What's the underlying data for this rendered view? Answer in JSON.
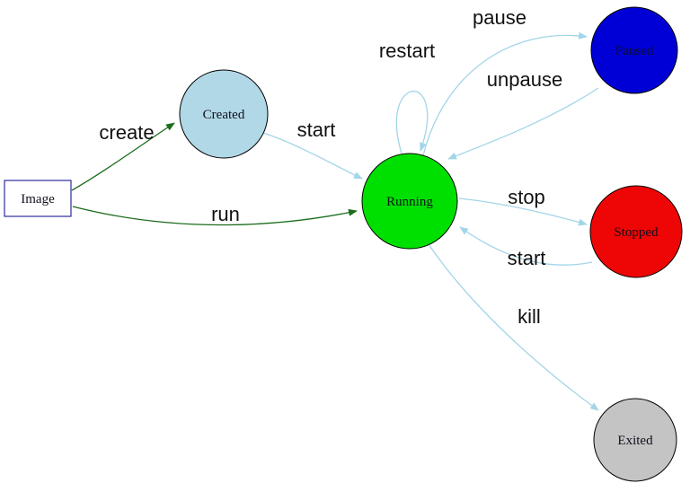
{
  "diagram": {
    "kind": "state-diagram",
    "colors": {
      "green_arrow": "#1a6b1a",
      "blue_arrow": "#a3d5e8",
      "node_border": "#000000",
      "image_border": "#00008b"
    },
    "nodes": {
      "image": {
        "label": "Image",
        "shape": "rect",
        "color": "#ffffff"
      },
      "created": {
        "label": "Created",
        "shape": "circle",
        "color": "#b1d8e6"
      },
      "running": {
        "label": "Running",
        "shape": "circle",
        "color": "#00e000"
      },
      "paused": {
        "label": "Paused",
        "shape": "circle",
        "color": "#0000d6"
      },
      "stopped": {
        "label": "Stopped",
        "shape": "circle",
        "color": "#ee0505"
      },
      "exited": {
        "label": "Exited",
        "shape": "circle",
        "color": "#c4c4c4"
      }
    },
    "edges": {
      "create": {
        "label": "create",
        "from": "image",
        "to": "created",
        "color": "#1a6b1a"
      },
      "run": {
        "label": "run",
        "from": "image",
        "to": "running",
        "color": "#1a6b1a"
      },
      "start_created": {
        "label": "start",
        "from": "created",
        "to": "running",
        "color": "#a3d5e8"
      },
      "restart": {
        "label": "restart",
        "from": "running",
        "to": "running",
        "color": "#a3d5e8"
      },
      "pause": {
        "label": "pause",
        "from": "running",
        "to": "paused",
        "color": "#a3d5e8"
      },
      "unpause": {
        "label": "unpause",
        "from": "paused",
        "to": "running",
        "color": "#a3d5e8"
      },
      "stop": {
        "label": "stop",
        "from": "running",
        "to": "stopped",
        "color": "#a3d5e8"
      },
      "start_stopped": {
        "label": "start",
        "from": "stopped",
        "to": "running",
        "color": "#a3d5e8"
      },
      "kill": {
        "label": "kill",
        "from": "running",
        "to": "exited",
        "color": "#a3d5e8"
      }
    }
  }
}
